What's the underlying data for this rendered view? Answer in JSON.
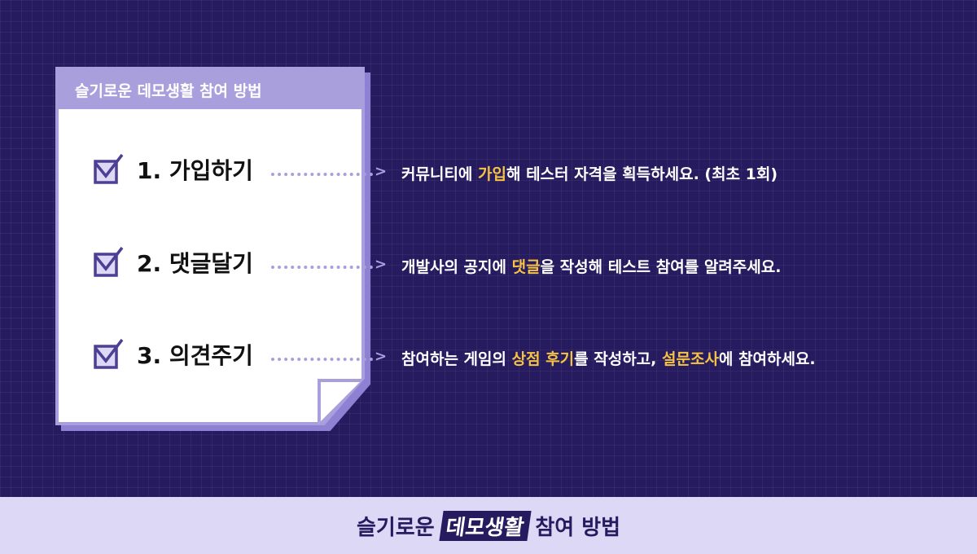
{
  "card": {
    "title": "슬기로운 데모생활 참여 방법"
  },
  "steps": [
    {
      "label": "1. 가입하기",
      "desc": [
        {
          "t": "커뮤니티에 "
        },
        {
          "t": "가입",
          "h": 1
        },
        {
          "t": "해 테스터 자격을 획득하세요. (최초 1회)"
        }
      ]
    },
    {
      "label": "2. 댓글달기",
      "desc": [
        {
          "t": "개발사의 공지에 "
        },
        {
          "t": "댓글",
          "h": 1
        },
        {
          "t": "을 작성해 테스트 참여를 알려주세요."
        }
      ]
    },
    {
      "label": "3. 의견주기",
      "desc": [
        {
          "t": "참여하는 게임의 "
        },
        {
          "t": "상점 후기",
          "h": 1
        },
        {
          "t": "를 작성하고, "
        },
        {
          "t": "설문조사",
          "h": 1
        },
        {
          "t": "에 참여하세요."
        }
      ]
    }
  ],
  "arrow": ">",
  "footer": {
    "part1": "슬기로운",
    "part2": "데모생활",
    "part3": "참여 방법"
  },
  "colors": {
    "bg": "#261b5f",
    "accent": "#a99fdc",
    "highlight": "#f6c244"
  }
}
